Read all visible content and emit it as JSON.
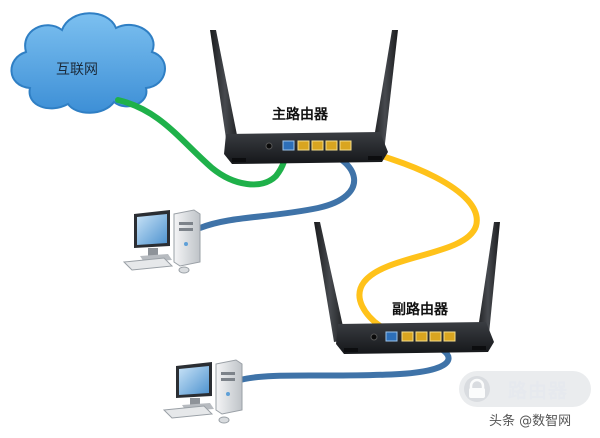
{
  "diagram": {
    "cloud": {
      "label": "互联网",
      "fill": "#5aa7e3",
      "stroke": "#2f7fc4",
      "icon": "cloud-icon"
    },
    "main_router": {
      "label": "主路由器",
      "icon": "router-icon"
    },
    "sub_router": {
      "label": "副路由器",
      "icon": "router-icon"
    },
    "computers": [
      {
        "icon": "desktop-computer-icon"
      },
      {
        "icon": "desktop-computer-icon"
      }
    ],
    "cables": {
      "internet_cable": "#1fb14a",
      "lan_cable_blue": "#3f73a8",
      "lan_cable_yellow": "#ffc21a"
    }
  },
  "watermark": {
    "brand": "路由器",
    "source": "头条 @数智网"
  }
}
